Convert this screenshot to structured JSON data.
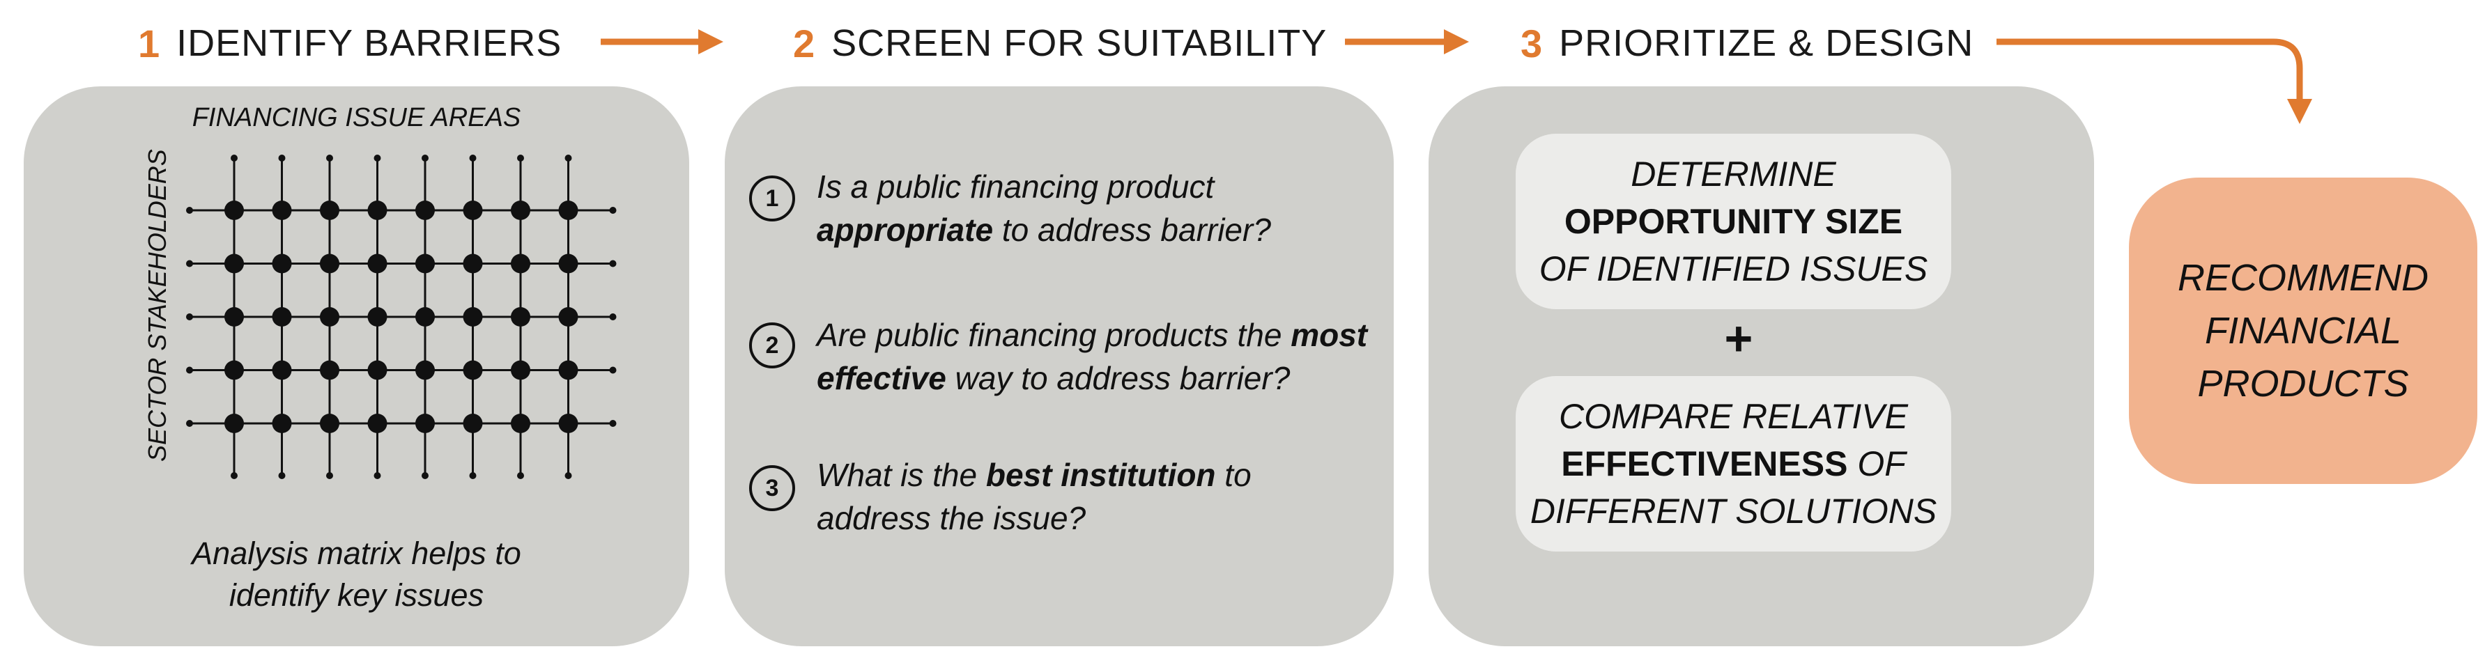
{
  "steps": [
    {
      "number": "1",
      "title": "IDENTIFY BARRIERS"
    },
    {
      "number": "2",
      "title": "SCREEN FOR SUITABILITY"
    },
    {
      "number": "3",
      "title": "PRIORITIZE & DESIGN"
    }
  ],
  "matrix": {
    "top_label": "FINANCING ISSUE AREAS",
    "side_label": "SECTOR STAKEHOLDERS",
    "rows": 5,
    "columns": 8,
    "caption_line1": "Analysis matrix helps to",
    "caption_line2": "identify key issues"
  },
  "questions": [
    {
      "number": "1",
      "l1_a": "Is a public financing product",
      "l2_bold": "appropriate",
      "l2_b": " to address barrier?"
    },
    {
      "number": "2",
      "l1_a": "Are public financing products the ",
      "l1_bold": "most",
      "l2_bold": "effective",
      "l2_b": " way to address barrier?"
    },
    {
      "number": "3",
      "l1_a": "What is the ",
      "l1_bold": "best institution",
      "l1_b": " to",
      "l2_b": "address the issue?"
    }
  ],
  "prioritize": {
    "box1": {
      "line1": "DETERMINE",
      "line2": "OPPORTUNITY SIZE",
      "line3": "OF IDENTIFIED ISSUES"
    },
    "plus": "+",
    "box2": {
      "line1": "COMPARE RELATIVE",
      "line2_bold": "EFFECTIVENESS",
      "line2_rest": " OF",
      "line3": "DIFFERENT SOLUTIONS"
    }
  },
  "recommend": {
    "line1": "RECOMMEND",
    "line2": "FINANCIAL",
    "line3": "PRODUCTS"
  },
  "colors": {
    "accent": "#E07A2F",
    "panel": "#D0D0CC",
    "inner_box": "#ECECEA",
    "recommend": "#F2B38E"
  }
}
